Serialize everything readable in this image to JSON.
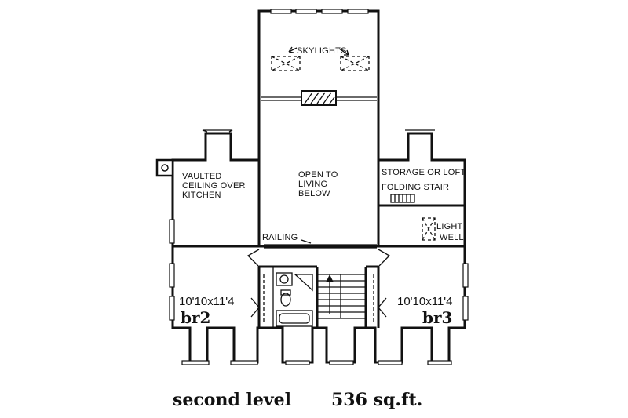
{
  "labels": {
    "skylights": "SKYLIGHTS",
    "open_line1": "OPEN TO",
    "open_line2": "LIVING",
    "open_line3": "BELOW",
    "vaulted_line1": "VAULTED",
    "vaulted_line2": "CEILING OVER",
    "vaulted_line3": "KITCHEN",
    "storage": "STORAGE OR LOFT",
    "folding_stair": "FOLDING STAIR",
    "light_well_line1": "LIGHT",
    "light_well_line2": "WELL",
    "railing": "RAILING"
  },
  "rooms": {
    "br2_dims": "10'10x11'4",
    "br2_name": "br2",
    "br3_dims": "10'10x11'4",
    "br3_name": "br3"
  },
  "caption": {
    "level": "second level",
    "area": "536 sq.ft."
  }
}
